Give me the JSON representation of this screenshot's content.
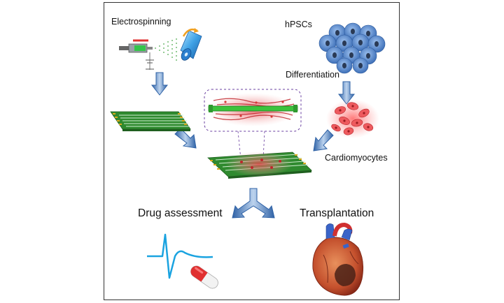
{
  "labels": {
    "electrospinning": "Electrospinning",
    "hpscs": "hPSCs",
    "differentiation": "Differentiation",
    "cardiomyocytes": "Cardiomyocytes",
    "drug_assessment": "Drug assessment",
    "transplantation": "Transplantation"
  },
  "colors": {
    "frame": "#333333",
    "arrow_blue": "#3a6fb0",
    "arrow_blue_light": "#a9c4e6",
    "chip_green": "#2f8a2f",
    "chip_gold": "#d9a91c",
    "stem_cell_blue": "#4a7cc4",
    "cardiomyocyte_red": "#e8474c",
    "ecg_line": "#1aa3e0",
    "pill_red": "#e03030",
    "heart_red": "#c8482e"
  },
  "icons": [
    "syringe-icon",
    "collector-drum-icon",
    "stem-cells-icon",
    "cardiomyocytes-icon",
    "scaffold-chip-icon",
    "seeded-chip-icon",
    "magnified-fiber-icon",
    "ecg-trace-icon",
    "pill-capsule-icon",
    "heart-icon"
  ]
}
